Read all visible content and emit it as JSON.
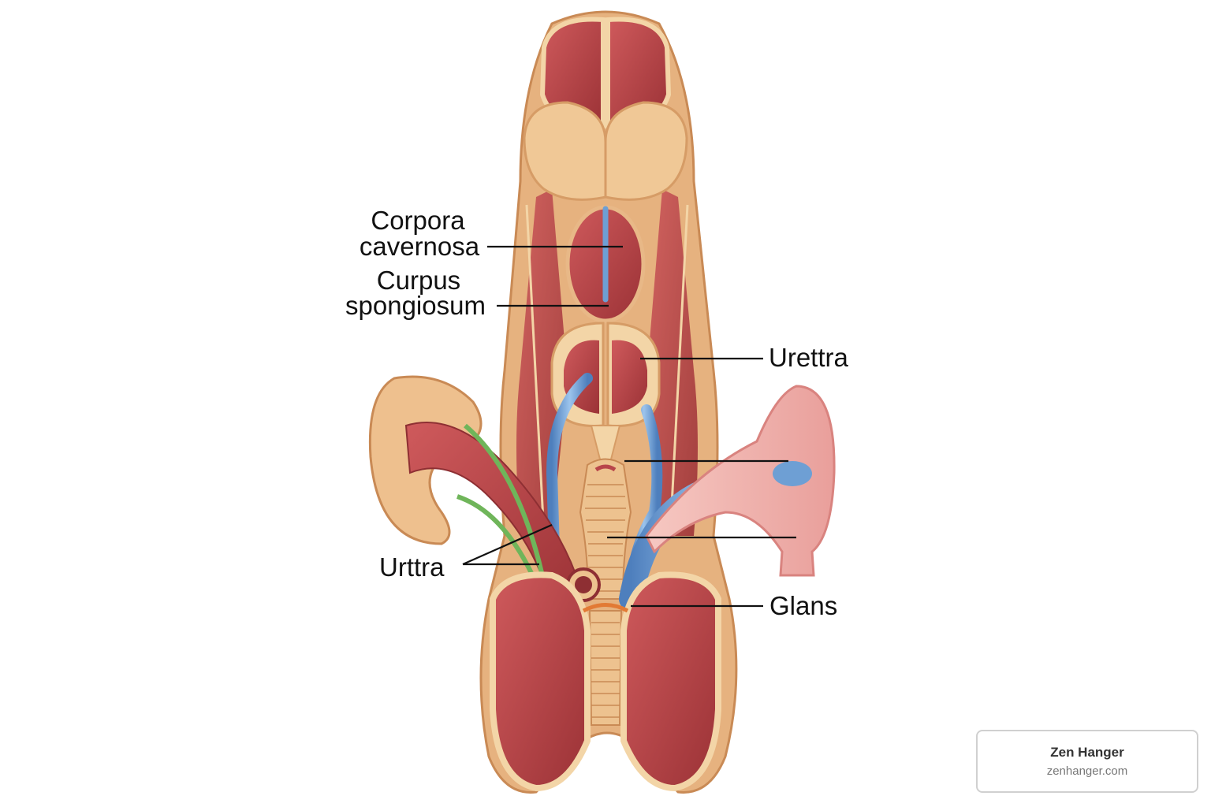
{
  "labels": {
    "corpora_cavernosa": [
      "Corpora",
      "cavernosa"
    ],
    "curpus_spongiosum": [
      "Curpus",
      "spongiosum"
    ],
    "urettra": "Urettra",
    "urttra": "Urttra",
    "glans": "Glans"
  },
  "brand": {
    "name": "Zen Hanger",
    "url": "zenhanger.com"
  },
  "colors": {
    "muscle": "#b8454a",
    "muscle_dark": "#8e2f33",
    "tissue": "#e8b887",
    "tissue_light": "#f3d5a7",
    "vein": "#6e9fd4",
    "nerve": "#6fb55a",
    "pink": "#f2b3b0"
  }
}
